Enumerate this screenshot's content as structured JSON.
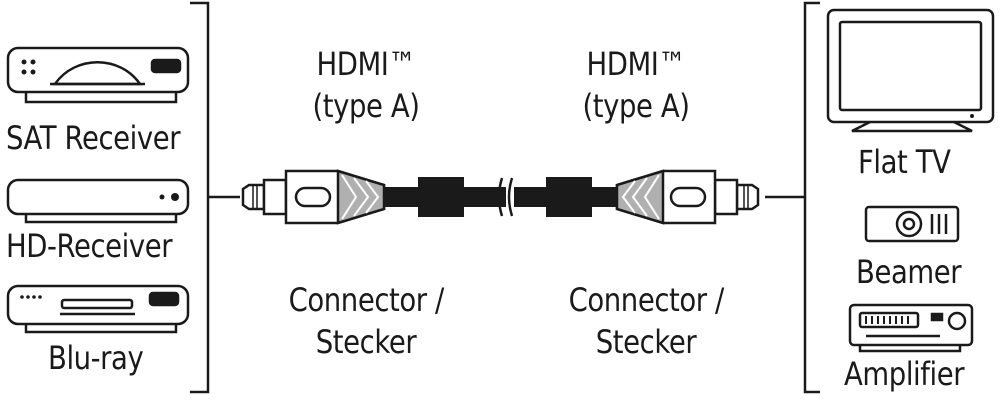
{
  "sources": {
    "sat": "SAT Receiver",
    "hd": "HD-Receiver",
    "bluray": "Blu-ray"
  },
  "targets": {
    "tv": "Flat TV",
    "beamer": "Beamer",
    "amplifier": "Amplifier"
  },
  "connectors": [
    {
      "top1": "HDMI™",
      "top2": "(type A)",
      "bottom1": "Connector /",
      "bottom2": "Stecker"
    },
    {
      "top1": "HDMI™",
      "top2": "(type A)",
      "bottom1": "Connector /",
      "bottom2": "Stecker"
    }
  ],
  "colors": {
    "line": "#1a1a1a",
    "grey": "#b0b0b0",
    "fill": "#ffffff"
  }
}
